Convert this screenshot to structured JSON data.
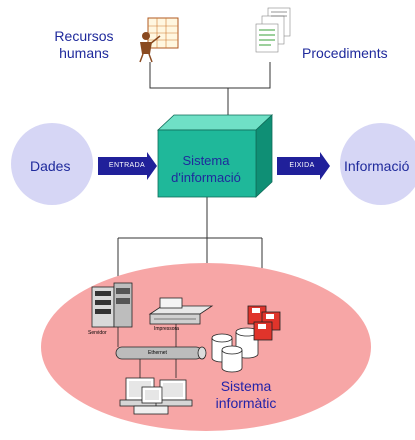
{
  "nodes": {
    "recursos_humans": [
      "Recursos",
      "humans"
    ],
    "procediments": "Procediments",
    "dades": "Dades",
    "informacio": "Informació",
    "sistema_informacio": [
      "Sistema",
      "d'informació"
    ],
    "sistema_informatic": [
      "Sistema",
      "informàtic"
    ]
  },
  "arrows": {
    "entrada": "ENTRADA",
    "eixida": "EIXIDA"
  },
  "hardware_labels": {
    "servidor": "Servidor",
    "impressora": "Impressora",
    "ethernet": "Ethernet"
  },
  "icons": [
    "presenter-icon",
    "documents-icon",
    "server-icon",
    "printer-icon",
    "computers-icon",
    "disks-icon",
    "floppy-disks-icon"
  ],
  "colors": {
    "text": "#1f2a9c",
    "circle": "#d6d6f5",
    "cube_front": "#1fb89a",
    "ellipse": "#f7a6a6",
    "arrow": "#20209a"
  }
}
